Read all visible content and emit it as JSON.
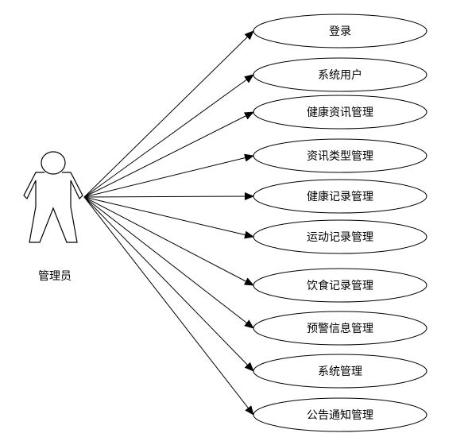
{
  "actor": {
    "label": "管理员",
    "icon": "stick-figure-actor-icon"
  },
  "use_cases": [
    {
      "label": "登录"
    },
    {
      "label": "系统用户"
    },
    {
      "label": "健康资讯管理"
    },
    {
      "label": "资讯类型管理"
    },
    {
      "label": "健康记录管理"
    },
    {
      "label": "运动记录管理"
    },
    {
      "label": "饮食记录管理"
    },
    {
      "label": "预警信息管理"
    },
    {
      "label": "系统管理"
    },
    {
      "label": "公告通知管理"
    }
  ],
  "colors": {
    "stroke": "#000000",
    "background": "#ffffff"
  }
}
